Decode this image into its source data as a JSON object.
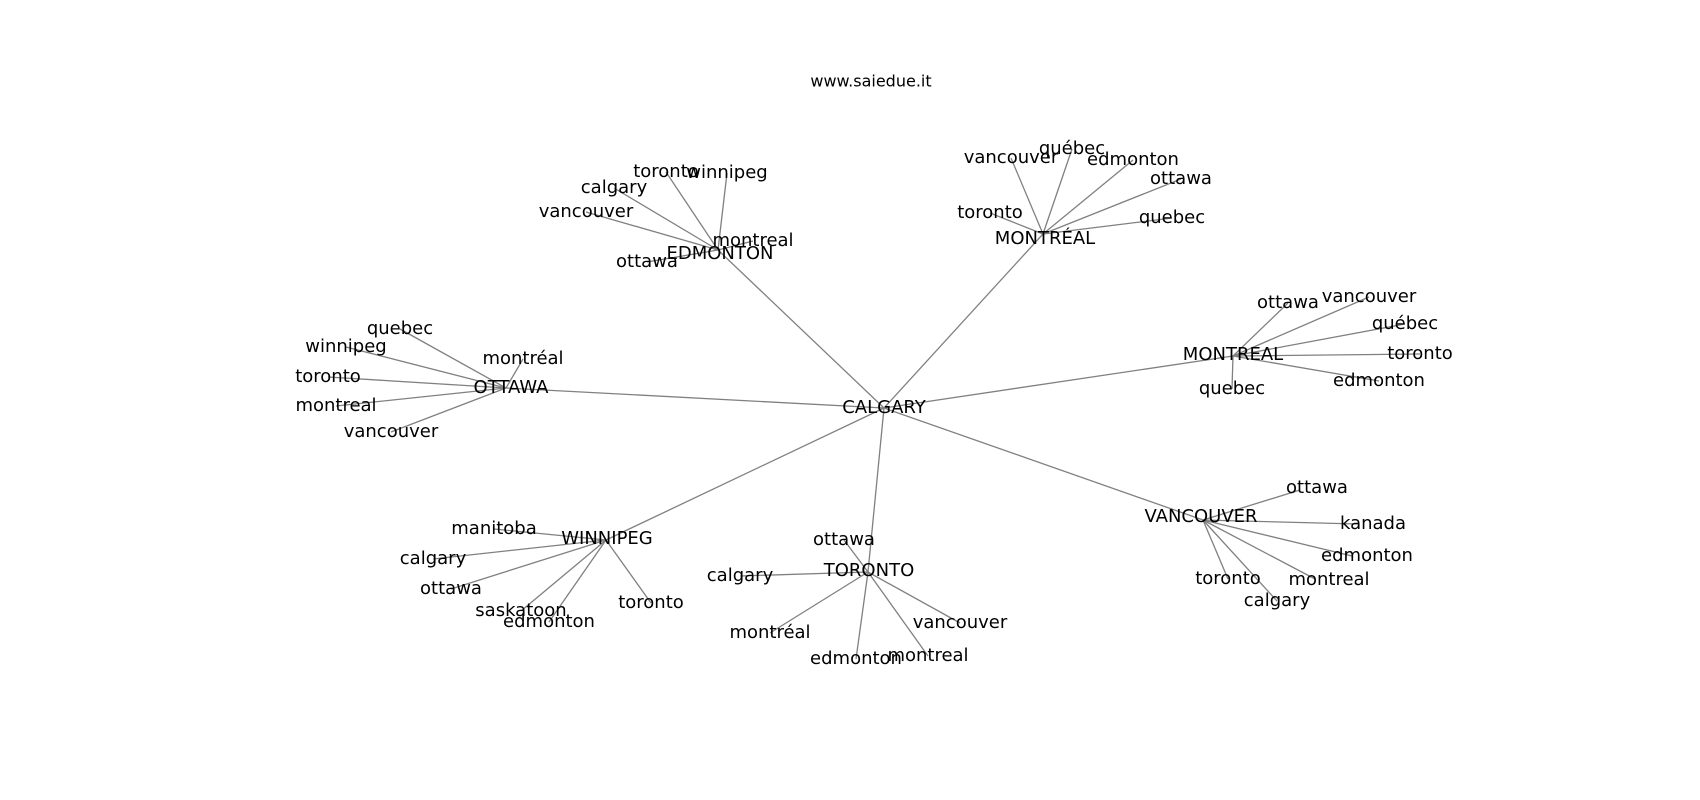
{
  "title": "www.saiedue.it",
  "root": "CALGARY",
  "hubs": [
    {
      "id": "EDMONTON",
      "label": "EDMONTON",
      "leaves": [
        "toronto",
        "winnipeg",
        "calgary",
        "vancouver",
        "montreal",
        "ottawa"
      ]
    },
    {
      "id": "MONTREAL_ACCENT",
      "label": "MONTRÉAL",
      "leaves": [
        "vancouver",
        "québec",
        "edmonton",
        "ottawa",
        "toronto",
        "quebec"
      ]
    },
    {
      "id": "MONTREAL",
      "label": "MONTREAL",
      "leaves": [
        "ottawa",
        "vancouver",
        "québec",
        "toronto",
        "edmonton",
        "quebec"
      ]
    },
    {
      "id": "OTTAWA",
      "label": "OTTAWA",
      "leaves": [
        "quebec",
        "winnipeg",
        "montréal",
        "toronto",
        "montreal",
        "vancouver"
      ]
    },
    {
      "id": "WINNIPEG",
      "label": "WINNIPEG",
      "leaves": [
        "manitoba",
        "calgary",
        "ottawa",
        "saskatoon",
        "edmonton",
        "toronto"
      ]
    },
    {
      "id": "TORONTO",
      "label": "TORONTO",
      "leaves": [
        "ottawa",
        "calgary",
        "montréal",
        "edmonton",
        "montreal",
        "vancouver"
      ]
    },
    {
      "id": "VANCOUVER",
      "label": "VANCOUVER",
      "leaves": [
        "ottawa",
        "kanada",
        "edmonton",
        "montreal",
        "toronto",
        "calgary"
      ]
    }
  ]
}
